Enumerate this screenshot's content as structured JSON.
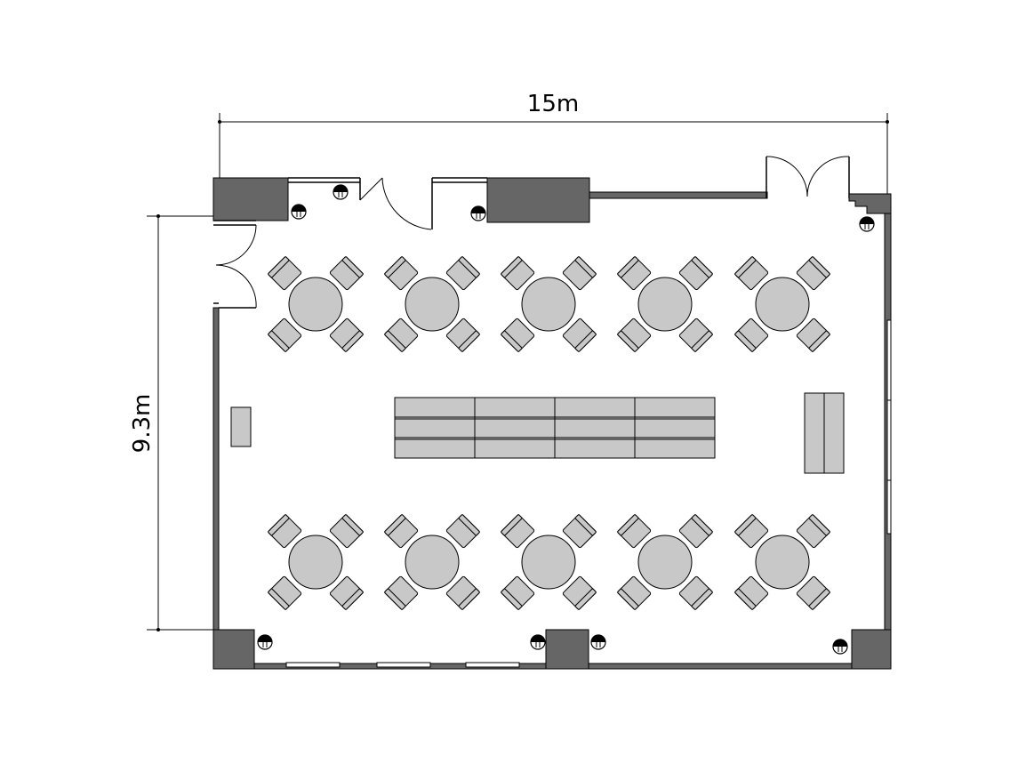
{
  "plan": {
    "width_label": "15m",
    "height_label": "9.3m",
    "tables": {
      "rows": 2,
      "per_row": 5,
      "chairs_per_table": 4
    },
    "counter": {
      "rows": 3,
      "cols": 4
    },
    "colors": {
      "wall": "#666666",
      "furniture": "#c8c8c8",
      "line": "#000000",
      "background": "#ffffff"
    },
    "icons": [
      "outlet-icon",
      "door-swing-icon",
      "window-icon"
    ]
  }
}
